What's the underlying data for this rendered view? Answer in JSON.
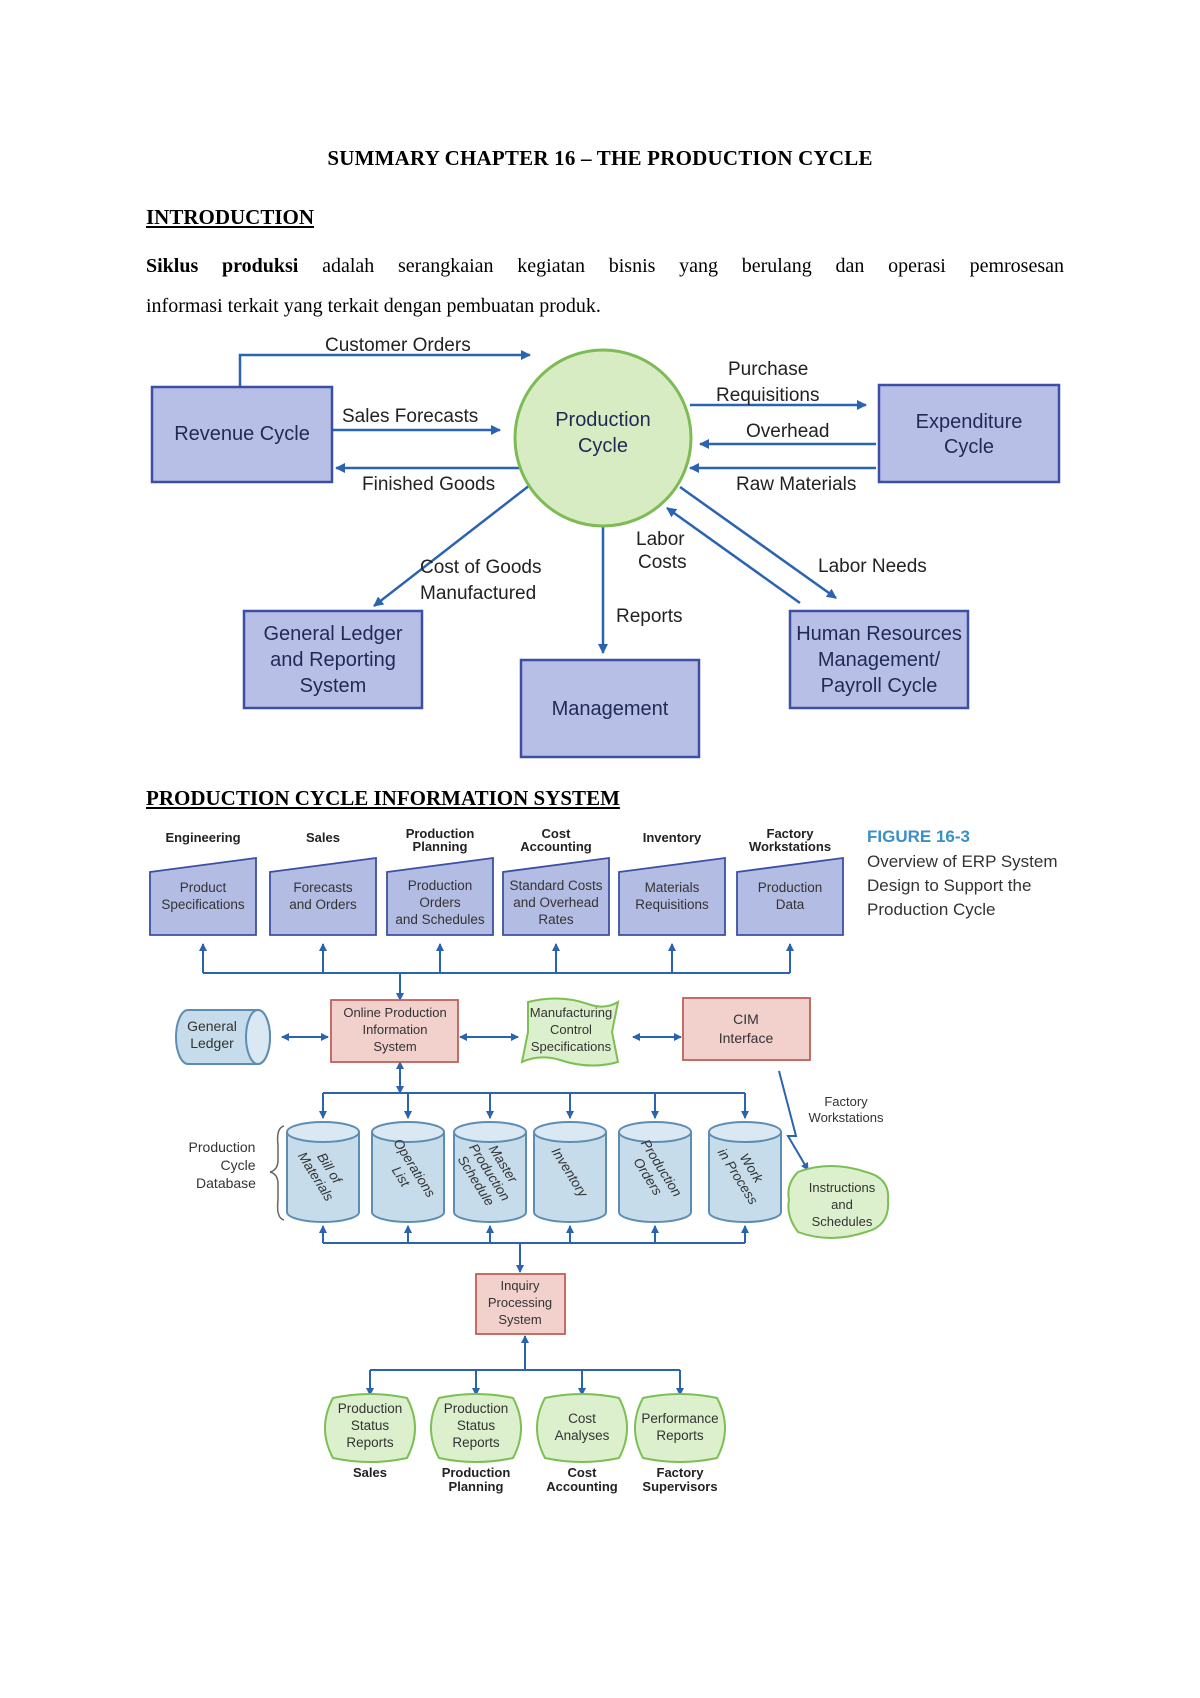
{
  "title": "SUMMARY CHAPTER 16 – THE PRODUCTION CYCLE",
  "intro": {
    "heading": "INTRODUCTION",
    "term": "Siklus produksi",
    "line1_rest": " adalah serangkaian kegiatan bisnis yang berulang dan operasi pemrosesan",
    "line2": "informasi terkait yang terkait dengan pembuatan produk."
  },
  "diagram1": {
    "center": [
      "Production",
      "Cycle"
    ],
    "revenue": [
      "Revenue Cycle"
    ],
    "expenditure": [
      "Expenditure",
      "Cycle"
    ],
    "gl": [
      "General Ledger",
      "and Reporting",
      "System"
    ],
    "management": [
      "Management"
    ],
    "hr": [
      "Human Resources",
      "Management/",
      "Payroll Cycle"
    ],
    "flows": {
      "customer_orders": "Customer Orders",
      "sales_forecasts": "Sales Forecasts",
      "finished_goods": "Finished Goods",
      "purchase_req": [
        "Purchase",
        "Requisitions"
      ],
      "overhead": "Overhead",
      "raw_materials": "Raw Materials",
      "cogm": [
        "Cost of Goods",
        "Manufactured"
      ],
      "labor_costs": [
        "Labor",
        "Costs"
      ],
      "reports": "Reports",
      "labor_needs": "Labor Needs"
    }
  },
  "section2": {
    "heading": "PRODUCTION CYCLE INFORMATION SYSTEM"
  },
  "figure": {
    "number": "FIGURE 16-3",
    "caption": [
      "Overview of ERP System",
      "Design to Support the",
      "Production Cycle"
    ],
    "inputs": [
      {
        "dept": [
          "Engineering"
        ],
        "doc": [
          "Product",
          "Specifications"
        ]
      },
      {
        "dept": [
          "Sales"
        ],
        "doc": [
          "Forecasts",
          "and Orders"
        ]
      },
      {
        "dept": [
          "Production",
          "Planning"
        ],
        "doc": [
          "Production",
          "Orders",
          "and Schedules"
        ]
      },
      {
        "dept": [
          "Cost",
          "Accounting"
        ],
        "doc": [
          "Standard Costs",
          "and Overhead",
          "Rates"
        ]
      },
      {
        "dept": [
          "Inventory"
        ],
        "doc": [
          "Materials",
          "Requisitions"
        ]
      },
      {
        "dept": [
          "Factory",
          "Workstations"
        ],
        "doc": [
          "Production",
          "Data"
        ]
      }
    ],
    "general_ledger": [
      "General",
      "Ledger"
    ],
    "online_system": [
      "Online Production",
      "Information",
      "System"
    ],
    "mfg_control": [
      "Manufacturing",
      "Control",
      "Specifications"
    ],
    "cim": [
      "CIM",
      "Interface"
    ],
    "factory_workstations": [
      "Factory",
      "Workstations"
    ],
    "instructions": [
      "Instructions",
      "and",
      "Schedules"
    ],
    "db_label": [
      "Production",
      "Cycle",
      "Database"
    ],
    "databases": [
      [
        "Bill of",
        "Materials"
      ],
      [
        "Operations",
        "List"
      ],
      [
        "Master",
        "Production",
        "Schedule"
      ],
      [
        "Inventory"
      ],
      [
        "Production",
        "Orders"
      ],
      [
        "Work",
        "in Process"
      ]
    ],
    "inquiry": [
      "Inquiry",
      "Processing",
      "System"
    ],
    "outputs": [
      {
        "doc": [
          "Production",
          "Status",
          "Reports"
        ],
        "dept": [
          "Sales"
        ]
      },
      {
        "doc": [
          "Production",
          "Status",
          "Reports"
        ],
        "dept": [
          "Production",
          "Planning"
        ]
      },
      {
        "doc": [
          "Cost",
          "Analyses"
        ],
        "dept": [
          "Cost",
          "Accounting"
        ]
      },
      {
        "doc": [
          "Performance",
          "Reports"
        ],
        "dept": [
          "Factory",
          "Supervisors"
        ]
      }
    ]
  },
  "colors": {
    "box_fill": "#b8bfe6",
    "box_stroke": "#3c4fa3",
    "circle_fill": "#d8ecc3",
    "circle_stroke": "#7dbb55",
    "arrow": "#2a63b0",
    "pink_fill": "#f2d0cc",
    "pink_stroke": "#c0605a",
    "doc_fill": "#b3bde4",
    "cyl_fill": "#c6dcea",
    "cyl_stroke": "#5d8db3",
    "green_fill": "#dcf0cd",
    "green_stroke": "#7cbf55",
    "figure_blue": "#3a8fc7"
  }
}
